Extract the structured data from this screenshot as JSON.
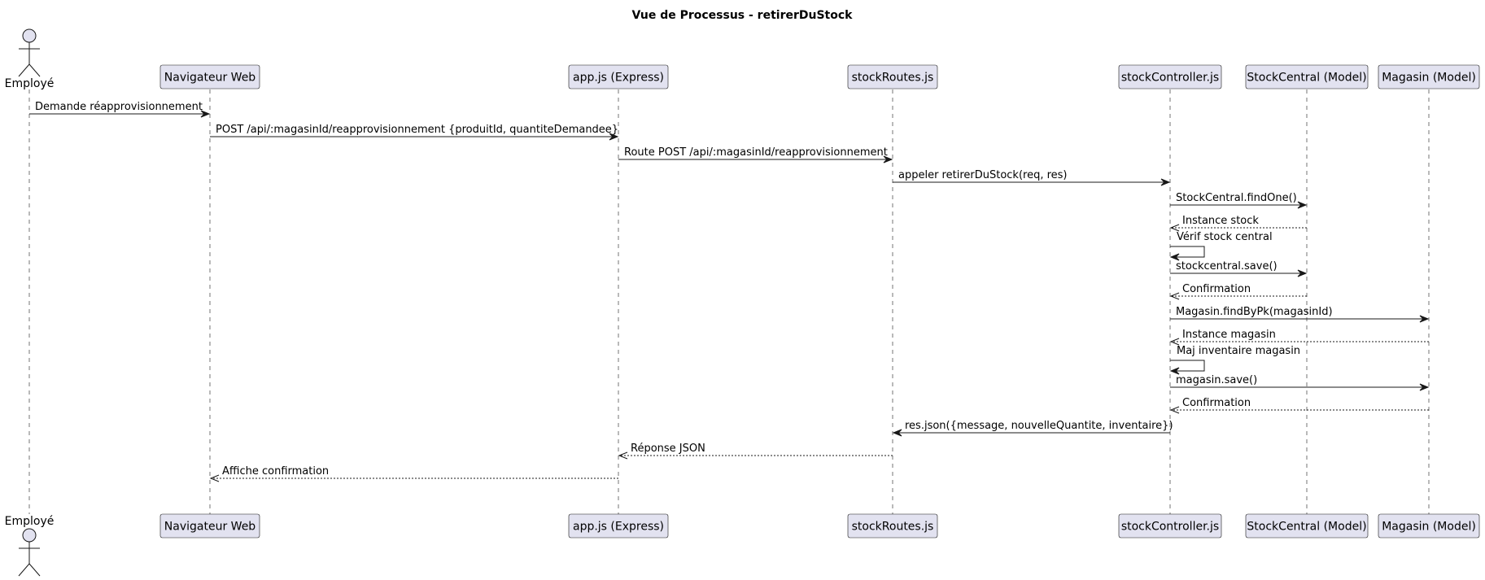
{
  "diagram": {
    "title": "Vue de Processus - retirerDuStock",
    "colors": {
      "participant_fill": "#E2E2F0",
      "line": "#181818",
      "text": "#000000",
      "background": "#FFFFFF"
    },
    "participants": [
      {
        "id": "employe",
        "label": "Employé",
        "kind": "actor"
      },
      {
        "id": "navigateur",
        "label": "Navigateur Web",
        "kind": "participant"
      },
      {
        "id": "app",
        "label": "app.js (Express)",
        "kind": "participant"
      },
      {
        "id": "routes",
        "label": "stockRoutes.js",
        "kind": "participant"
      },
      {
        "id": "controller",
        "label": "stockController.js",
        "kind": "participant"
      },
      {
        "id": "stockcentral",
        "label": "StockCentral (Model)",
        "kind": "participant"
      },
      {
        "id": "magasin",
        "label": "Magasin (Model)",
        "kind": "participant"
      }
    ],
    "messages": [
      {
        "from": "employe",
        "to": "navigateur",
        "text": "Demande réapprovisionnement",
        "style": "sync"
      },
      {
        "from": "navigateur",
        "to": "app",
        "text": "POST /api/:magasinId/reapprovisionnement {produitId, quantiteDemandee}",
        "style": "sync"
      },
      {
        "from": "app",
        "to": "routes",
        "text": "Route POST /api/:magasinId/reapprovisionnement",
        "style": "sync"
      },
      {
        "from": "routes",
        "to": "controller",
        "text": "appeler retirerDuStock(req, res)",
        "style": "sync"
      },
      {
        "from": "controller",
        "to": "stockcentral",
        "text": "StockCentral.findOne()",
        "style": "sync"
      },
      {
        "from": "stockcentral",
        "to": "controller",
        "text": "Instance stock",
        "style": "return"
      },
      {
        "from": "controller",
        "to": "controller",
        "text": "Vérif stock central",
        "style": "self"
      },
      {
        "from": "controller",
        "to": "stockcentral",
        "text": "stockcentral.save()",
        "style": "sync"
      },
      {
        "from": "stockcentral",
        "to": "controller",
        "text": "Confirmation",
        "style": "return"
      },
      {
        "from": "controller",
        "to": "magasin",
        "text": "Magasin.findByPk(magasinId)",
        "style": "sync"
      },
      {
        "from": "magasin",
        "to": "controller",
        "text": "Instance magasin",
        "style": "return"
      },
      {
        "from": "controller",
        "to": "controller",
        "text": "Maj inventaire magasin",
        "style": "self"
      },
      {
        "from": "controller",
        "to": "magasin",
        "text": "magasin.save()",
        "style": "sync"
      },
      {
        "from": "magasin",
        "to": "controller",
        "text": "Confirmation",
        "style": "return"
      },
      {
        "from": "controller",
        "to": "routes",
        "text": "res.json({message, nouvelleQuantite, inventaire})",
        "style": "sync"
      },
      {
        "from": "routes",
        "to": "app",
        "text": "Réponse JSON",
        "style": "return"
      },
      {
        "from": "app",
        "to": "navigateur",
        "text": "Affiche confirmation",
        "style": "return"
      }
    ]
  }
}
